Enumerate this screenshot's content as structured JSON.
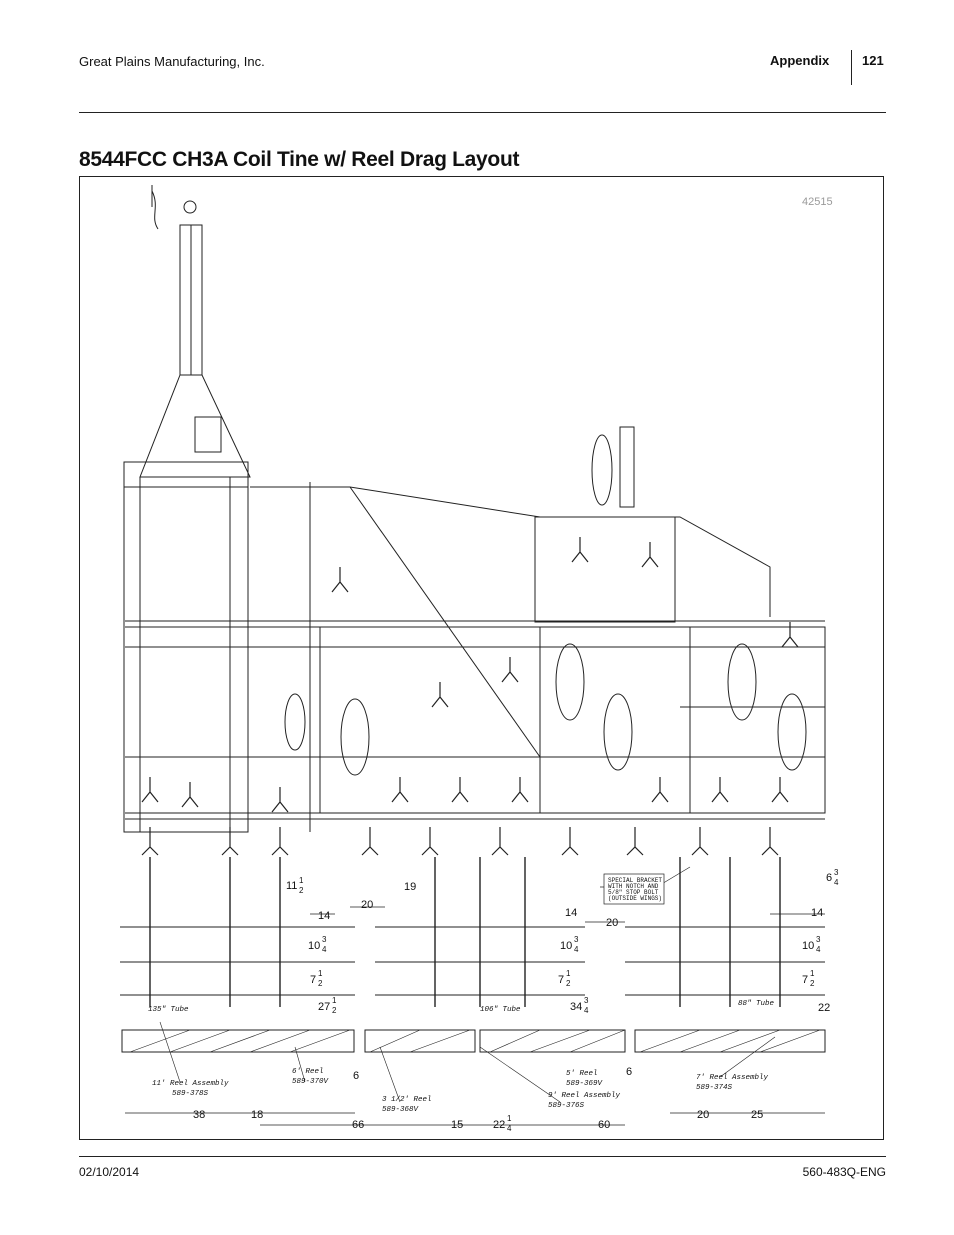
{
  "header": {
    "company": "Great Plains Manufacturing, Inc.",
    "section": "Appendix",
    "page": "121"
  },
  "title": "8544FCC CH3A Coil Tine w/ Reel Drag Layout",
  "figure": {
    "id": "42515",
    "special_note": [
      "SPECIAL BRACKET",
      "WITH NOTCH AND",
      "5/8\" STOP BOLT",
      "(OUTSIDE WINGS)"
    ],
    "tubes": [
      "135\" Tube",
      "106\" Tube",
      "88\" Tube"
    ],
    "reels": [
      {
        "name": "11' Reel Assembly",
        "part": "589-378S"
      },
      {
        "name": "6' Reel",
        "part": "589-370V"
      },
      {
        "name": "3 1/2' Reel",
        "part": "589-368V"
      },
      {
        "name": "5' Reel",
        "part": "589-369V"
      },
      {
        "name": "9' Reel Assembly",
        "part": "589-376S"
      },
      {
        "name": "7' Reel Assembly",
        "part": "589-374S"
      }
    ],
    "dims": {
      "d11h": "11",
      "d11n": "1",
      "d11d": "2",
      "d19": "19",
      "d20a": "20",
      "d14a": "14",
      "d14b": "14",
      "d20b": "20",
      "d14c": "14",
      "d6r": "6",
      "d6rn": "3",
      "d6rd": "4",
      "d10a": "10",
      "d10an": "3",
      "d10ad": "4",
      "d10b": "10",
      "d10bn": "3",
      "d10bd": "4",
      "d10c": "10",
      "d10cn": "3",
      "d10cd": "4",
      "d7a": "7",
      "d7an": "1",
      "d7ad": "2",
      "d7b": "7",
      "d7bn": "1",
      "d7bd": "2",
      "d7c": "7",
      "d7cn": "1",
      "d7cd": "2",
      "d27": "27",
      "d27n": "1",
      "d27d": "2",
      "d34": "34",
      "d34n": "3",
      "d34d": "4",
      "d22": "22",
      "d6a": "6",
      "d6b": "6",
      "d38": "38",
      "d18": "18",
      "d66": "66",
      "d15": "15",
      "d22b": "22",
      "d22bn": "1",
      "d22bd": "4",
      "d60": "60",
      "d20c": "20",
      "d25": "25"
    }
  },
  "footer": {
    "date": "02/10/2014",
    "doc": "560-483Q-ENG"
  }
}
